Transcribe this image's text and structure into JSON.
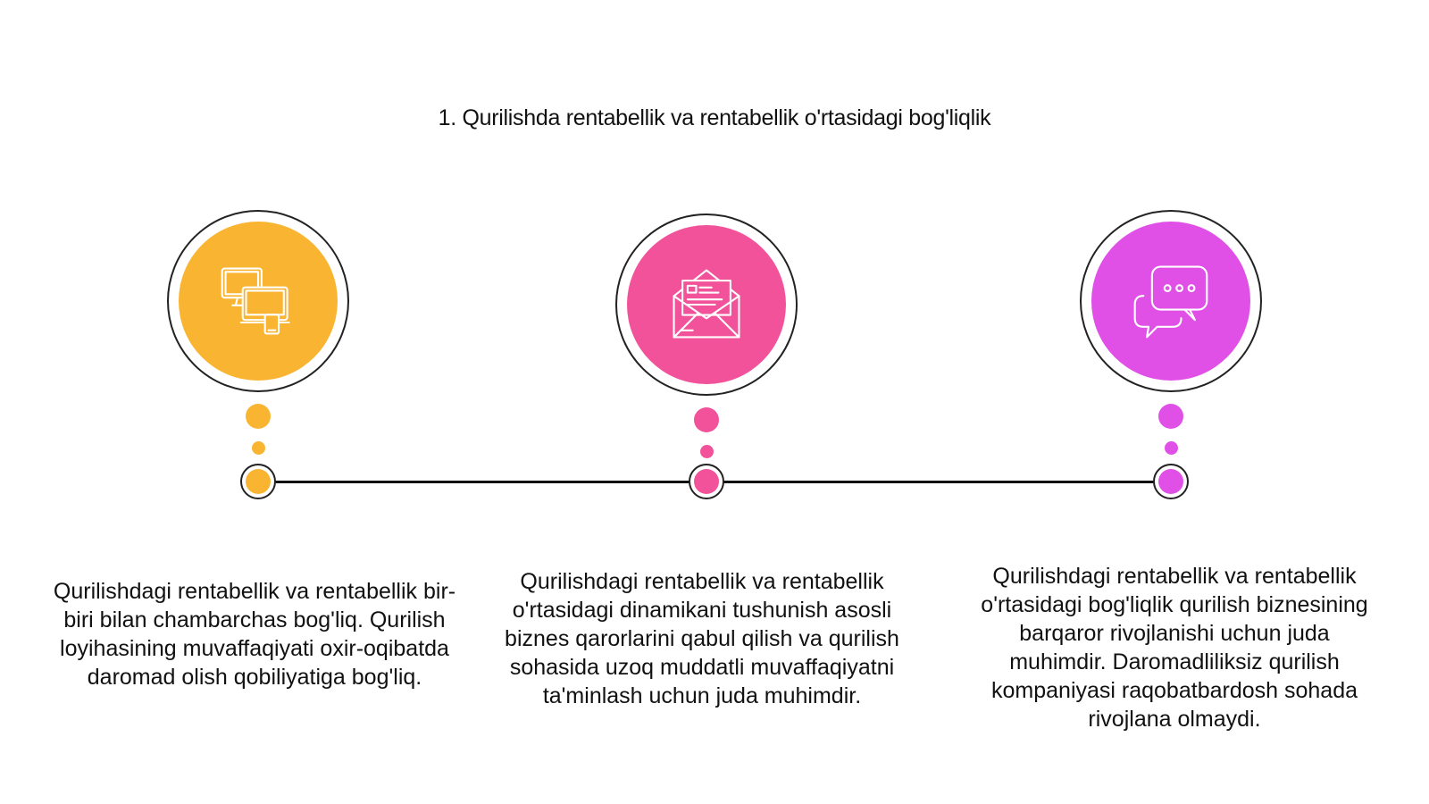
{
  "title": "1. Qurilishda rentabellik va rentabellik o'rtasidagi bog'liqlik",
  "steps": [
    {
      "icon": "devices-icon",
      "color": "#F9B531",
      "text": "Qurilishdagi rentabellik va rentabellik bir-biri bilan chambarchas bog'liq. Qurilish loyihasining muvaffaqiyati oxir-oqibatda daromad olish qobiliyatiga bog'liq."
    },
    {
      "icon": "envelope-icon",
      "color": "#F2529A",
      "text": "Qurilishdagi rentabellik va rentabellik o'rtasidagi dinamikani tushunish asosli biznes qarorlarini qabul qilish va qurilish sohasida uzoq muddatli muvaffaqiyatni ta'minlash uchun juda muhimdir."
    },
    {
      "icon": "chat-bubbles-icon",
      "color": "#E050E6",
      "text": "Qurilishdagi rentabellik va rentabellik o'rtasidagi bog'liqlik qurilish biznesining barqaror rivojlanishi uchun juda muhimdir. Daromadliliksiz qurilish kompaniyasi raqobatbardosh sohada rivojlana olmaydi."
    }
  ]
}
